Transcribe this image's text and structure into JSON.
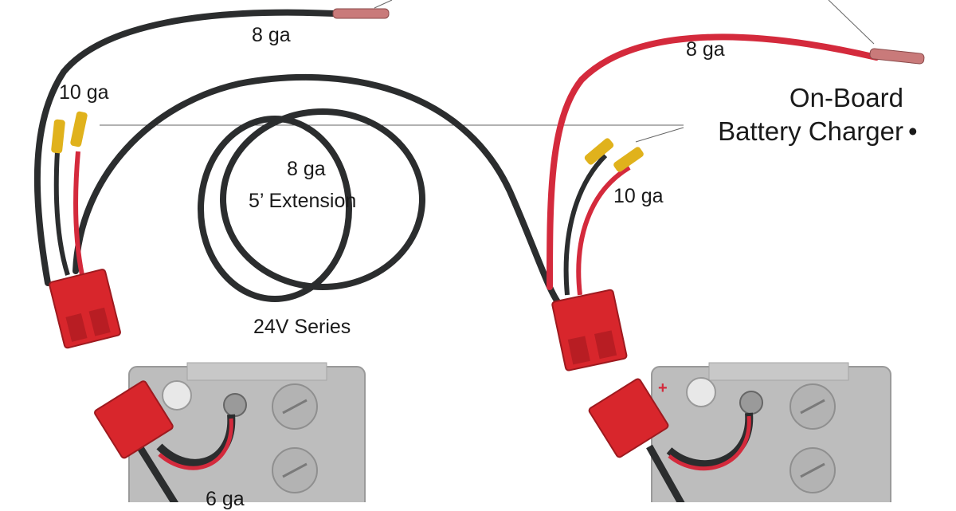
{
  "labels": {
    "top_left_wire": "8 ga",
    "left_pigtail": "10 ga",
    "extension_gauge": "8 ga",
    "extension_length": "5’ Extension",
    "series_caption": "24V Series",
    "top_right_wire": "8 ga",
    "right_pigtail": "10 ga",
    "charger_line1": "On-Board",
    "charger_line2": "Battery Charger",
    "charger_bullet": "•",
    "bottom_partial_left": "6 ga"
  },
  "battery_marks": {
    "positive_symbol": "+"
  },
  "colors": {
    "black_wire": "#2b2d2e",
    "red_wire": "#d42a3c",
    "connector_red": "#d8262c",
    "terminal_yellow": "#e0b21c",
    "battery_gray": "#bdbdbd",
    "leader_line": "#555555"
  }
}
